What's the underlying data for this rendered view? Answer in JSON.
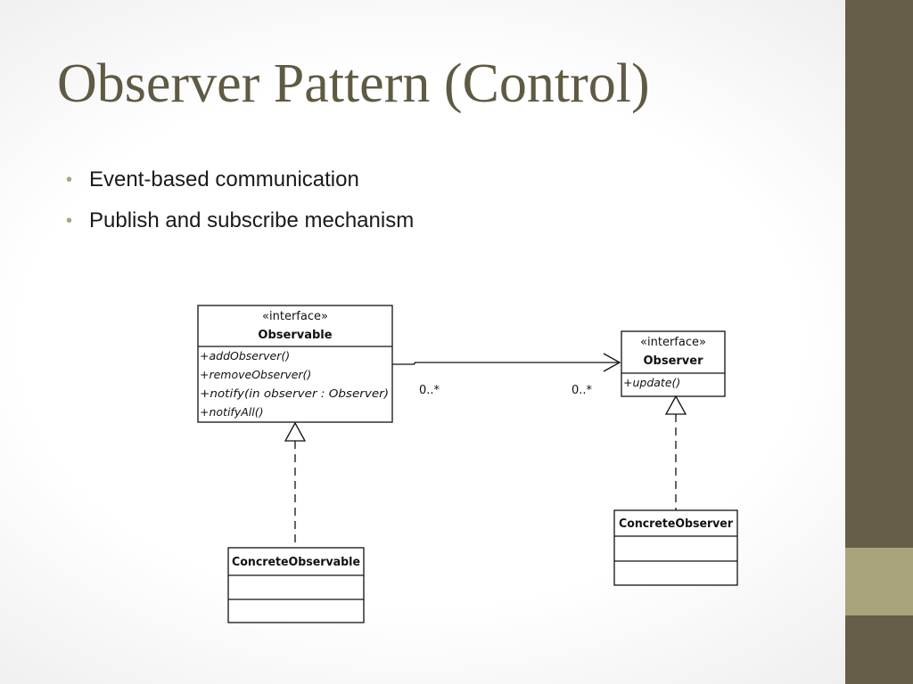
{
  "slide": {
    "title": "Observer Pattern (Control)",
    "bullets": [
      "Event-based communication",
      "Publish and subscribe mechanism"
    ]
  },
  "diagram": {
    "observable": {
      "stereotype": "«interface»",
      "name": "Observable",
      "methods": [
        "+addObserver()",
        "+removeObserver()",
        "+notify(in observer : Observer)",
        "+notifyAll()"
      ]
    },
    "observer": {
      "stereotype": "«interface»",
      "name": "Observer",
      "methods": [
        "+update()"
      ]
    },
    "concrete_observable": {
      "name": "ConcreteObservable"
    },
    "concrete_observer": {
      "name": "ConcreteObserver"
    },
    "association": {
      "source_multiplicity": "0..*",
      "target_multiplicity": "0..*"
    }
  },
  "colors": {
    "title": "#5f5a43",
    "sidebar_dark": "#665e48",
    "sidebar_light": "#a9a47c",
    "bullet": "#a9a47c"
  }
}
